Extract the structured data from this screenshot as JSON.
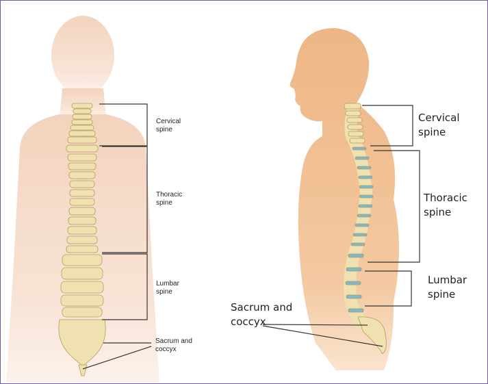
{
  "colors": {
    "frame": "#6f5aa8",
    "skin_back": "#f5dccb",
    "skin_side": "#f1bf8f",
    "bone": "#efe2b0",
    "disc": "#7eb8cf",
    "bracket": "#333333"
  },
  "back_view": {
    "labels": {
      "cervical": "Cervical\nspine",
      "thoracic": "Thoracic\nspine",
      "lumbar": "Lumbar\nspine",
      "sacrum": "Sacrum and\ncoccyx"
    }
  },
  "side_view": {
    "labels": {
      "cervical": "Cervical\nspine",
      "thoracic": "Thoracic\nspine",
      "lumbar": "Lumbar\nspine",
      "sacrum": "Sacrum and\ncoccyx"
    }
  }
}
